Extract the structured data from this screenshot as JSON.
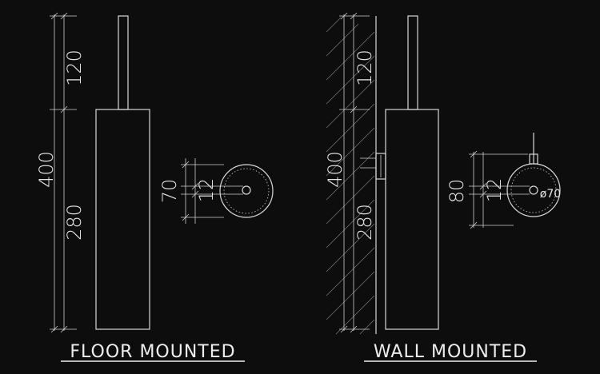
{
  "floor": {
    "title": "FLOOR MOUNTED",
    "dim_total": "400",
    "dim_top": "120",
    "dim_bottom": "280",
    "dim_diameter": "70",
    "dim_hole": "12"
  },
  "wall": {
    "title": "WALL MOUNTED",
    "dim_total": "400",
    "dim_top": "120",
    "dim_bottom": "280",
    "dim_height": "80",
    "dim_hole": "12",
    "dim_diameter_label": "ø70"
  }
}
